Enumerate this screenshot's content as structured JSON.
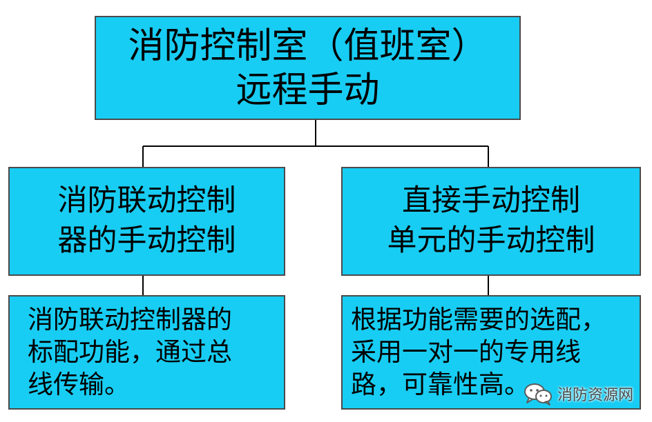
{
  "diagram": {
    "top_box": {
      "lines": [
        "消防控制室（值班室）",
        "远程手动"
      ]
    },
    "middle_left": {
      "lines": [
        "消防联动控制",
        "器的手动控制"
      ]
    },
    "middle_right": {
      "lines": [
        "直接手动控制",
        "单元的手动控制"
      ]
    },
    "bottom_left": {
      "lines": [
        "消防联动控制器的",
        "标配功能，通过总",
        "线传输。"
      ]
    },
    "bottom_right": {
      "lines": [
        "根据功能需要的选配，",
        "采用一对一的专用线",
        "路，可靠性高。"
      ]
    },
    "box_color": "#18cdf3",
    "border_color": "#4a4a4a"
  },
  "watermark": {
    "text": "消防资源网",
    "icon": "wechat-icon"
  }
}
